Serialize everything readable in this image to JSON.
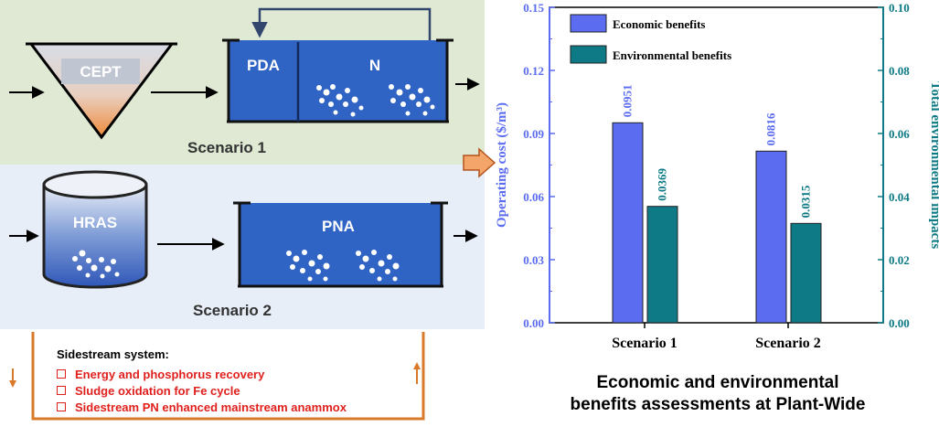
{
  "scenario1": {
    "label": "Scenario 1",
    "units": [
      "CEPT",
      "PDA",
      "N"
    ]
  },
  "scenario2": {
    "label": "Scenario 2",
    "units": [
      "HRAS",
      "PNA"
    ]
  },
  "sidestream": {
    "title": "Sidestream system:",
    "items": [
      "Energy and phosphorus recovery",
      "Sludge oxidation for Fe cycle",
      "Sidestream  PN enhanced mainstream anammox"
    ]
  },
  "caption": {
    "line1": "Economic and environmental",
    "line2": "benefits assessments at Plant-Wide"
  },
  "colors": {
    "scenario1_bg": "#dfe9d4",
    "scenario2_bg": "#e8eef8",
    "tank_blue": "#2f63c4",
    "economic": "#5b6cf0",
    "environmental": "#0e7a85",
    "sidestream_frame": "#d97a2b"
  },
  "chart_data": {
    "type": "bar",
    "categories": [
      "Scenario 1",
      "Scenario 2"
    ],
    "series": [
      {
        "name": "Economic benefits",
        "axis": "left",
        "values": [
          0.0951,
          0.0816
        ],
        "labels": [
          "0.0951",
          "0.0816"
        ]
      },
      {
        "name": "Environmental benefits",
        "axis": "right",
        "values": [
          0.0369,
          0.0315
        ],
        "labels": [
          "0.0369",
          "0.0315"
        ]
      }
    ],
    "ylabel_left": "Operating cost ($/m³)",
    "ylabel_right": "Total environmental impacts",
    "ylim_left": [
      0,
      0.15
    ],
    "ylim_right": [
      0,
      0.1
    ],
    "yticks_left": [
      "0.00",
      "0.03",
      "0.06",
      "0.09",
      "0.12",
      "0.15"
    ],
    "yticks_right": [
      "0.00",
      "0.02",
      "0.04",
      "0.06",
      "0.08",
      "0.10"
    ],
    "legend_position": "top-left",
    "grid": false
  }
}
